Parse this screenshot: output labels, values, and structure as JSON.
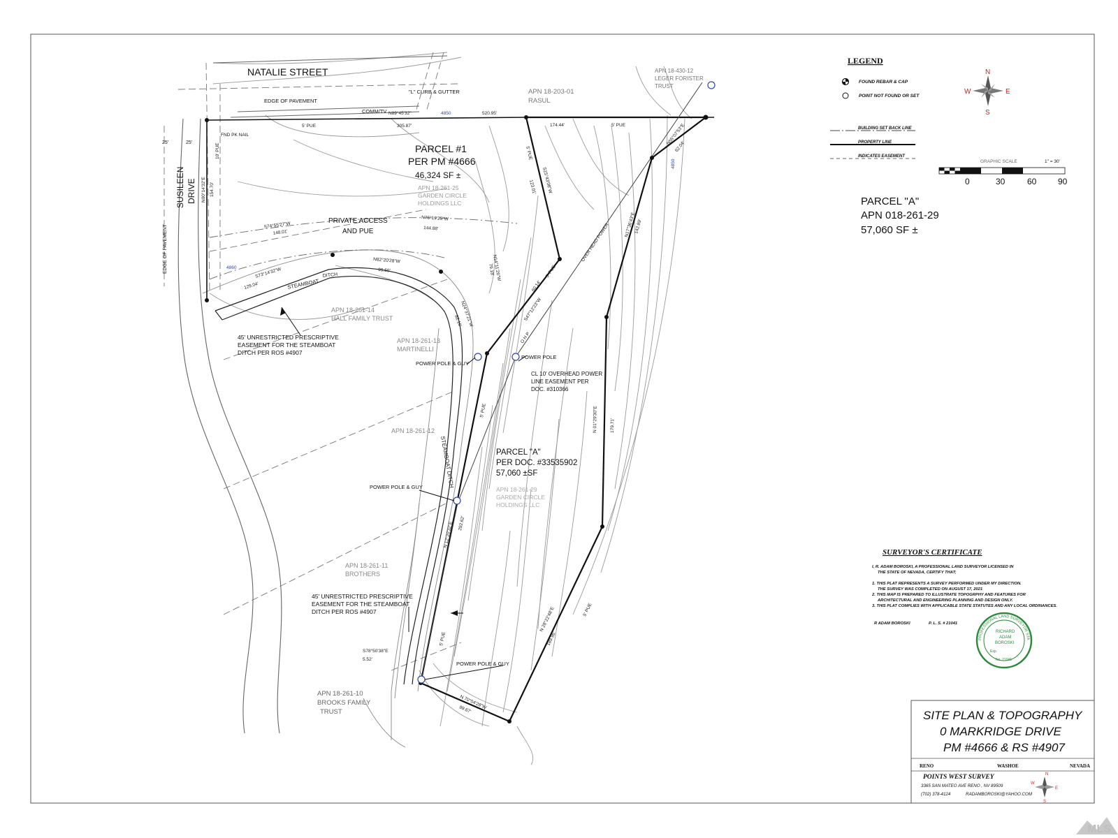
{
  "streets": {
    "natalie": "NATALIE STREET",
    "susileen_1": "SUSILEEN",
    "susileen_2": "DRIVE",
    "edge_pavement_top": "EDGE OF PAVEMENT",
    "edge_pavement_left": "EDGE OF PAVEMENT",
    "curb_gutter": "\"L\" CURB & GUTTER",
    "comm_tv": "COMM/TV",
    "fnd_pk_nail": "FND PK NAIL",
    "width_25_left": "25'",
    "width_25_right": "25'"
  },
  "dims": {
    "n89": "N89°45'32\"",
    "d4850": "4850",
    "d52095": "520.95'",
    "d30587": "305.87'",
    "pue5_top": "5' PUE",
    "d17444": "174.44'",
    "pue5_top2": "5' PUE",
    "n00_left": "N00°14'32\"E",
    "d15470": "154.70'",
    "pue10": "10' PUE",
    "s74": "S74°55'27\"W",
    "d14801": "148.01'",
    "n76": "N76°19'25\"W",
    "d14488": "144.88'",
    "s73": "S73°14'32\"W",
    "d12904": "129.04'",
    "n82": "N82°20'28\"W",
    "d9960": "99.60'",
    "d4860": "4860",
    "n14": "N14°11'26\"W",
    "d7918": "79.18'",
    "s15": "S15°43'08\"W",
    "d12301": "123.01'",
    "pue5_mid": "5' PUE",
    "s47": "S47°12'23\"W",
    "d6014": "60.14'",
    "pue5_mid2": "5' PUE",
    "n24": "N24°37'21\"W",
    "d8216": "82.16'",
    "n55": "N55°07'53\"E",
    "d6204": "62.04'",
    "d4850r": "4850",
    "n17": "N17°36'43\"E",
    "d14289": "142.89'",
    "n01": "N 01°29'30\"E",
    "d17971": "179.71'",
    "pue5_parcel": "5' PUE",
    "n12": "N 12°20'32\"E",
    "d29262": "292.62'",
    "pue5_low": "5' PUE",
    "n28": "N 28°22'48\"E",
    "d18996": "189.96'",
    "pue5_right": "5' PUE",
    "n70": "N 70°04'28\"W",
    "d8967": "89.67'",
    "s78": "S78°50'38\"E",
    "d552": "5.52'",
    "ohp": "O H P",
    "ohp2": "OVER HEAD POWER",
    "ditch": "STEAMBOAT DITCH",
    "steamboat": "STEAMBOAT",
    "ditch_word": "DITCH"
  },
  "labels": {
    "apn_rasul_1": "APN 18-203-01",
    "apn_rasul_2": "RASUL",
    "apn_leger_1": "APN 18-430-12",
    "apn_leger_2": "LEGER FORISTER",
    "apn_leger_3": "TRUST",
    "parcel1_1": "PARCEL #1",
    "parcel1_2": "PER PM  #4666",
    "parcel1_3": "46,324 SF  ±",
    "garden1_1": "APN 18-261-25",
    "garden1_2": "GARDEN CIRCLE",
    "garden1_3": "HOLDINGS LLC",
    "private_1": "PRIVATE ACCESS",
    "private_2": "AND PUE",
    "hall_1": "APN 18-261-14",
    "hall_2": "HALL FAMILY TRUST",
    "mart_1": "APN 18-261-13",
    "mart_2": "MARTINELLI",
    "ease1_1": "45' UNRESTRICTED PRESCRIPTIVE",
    "ease1_2": "EASEMENT FOR THE STEAMBOAT",
    "ease1_3": "DITCH PER ROS #4907",
    "pp_guy_1": "POWER POLE & GUY",
    "pp_1": "POWER POLE",
    "cl_1": "CL 10' OVERHEAD POWER",
    "cl_2": "LINE EASEMENT PER",
    "cl_3": "DOC. #310366",
    "apn12": "APN 18-261-12",
    "parcelA_1": "PARCEL \"A\"",
    "parcelA_2": "PER DOC. #33535902",
    "parcelA_3": "57,060 ±SF",
    "garden2_1": "APN 18-261-29",
    "garden2_2": "GARDEN CIRCLE",
    "garden2_3": "HOLDINGS LLC",
    "pp_guy_2": "POWER POLE & GUY",
    "brothers_1": "APN 18-261-11",
    "brothers_2": "BROTHERS",
    "ease2_1": "45' UNRESTRICTED PRESCRIPTIVE",
    "ease2_2": "EASEMENT FOR THE STEAMBOAT",
    "ease2_3": "DITCH PER ROS #4907",
    "pp_guy_3": "POWER POLE & GUY",
    "brooks_1": "APN 18-261-10",
    "brooks_2": "BROOKS FAMILY",
    "brooks_3": "TRUST"
  },
  "legend": {
    "title": "LEGEND",
    "found": "FOUND REBAR & CAP",
    "notfound": "POINT NOT FOUND OR SET",
    "setback": "BUILDING SET BACK LINE",
    "property": "PROPERTY LINE",
    "easement": "INDICATES EASEMENT",
    "graphic": "GRAPHIC SCALE",
    "scale": "1\" = 30'",
    "s0": "0",
    "s30": "30",
    "s60": "60",
    "s90": "90",
    "n": "N",
    "s": "S",
    "e": "E",
    "w": "W"
  },
  "parcel_info": {
    "line1": "PARCEL \"A\"",
    "line2": "APN 018-261-29",
    "line3": "57,060 SF ±"
  },
  "certificate": {
    "title": "SURVEYOR'S CERTIFICATE",
    "l1": "I, R. ADAM BOROSKI, A PROFESSIONAL LAND SURVEYOR LICENSED IN",
    "l2": "THE STATE OF NEVADA, CERTIFY THAT;",
    "l3": "1.  THIS PLAT REPRESENTS A SURVEY PERFORMED UNDER MY DIRECTION.",
    "l4": "THE SURVEY WAS COMPLETED ON AUGUST 17, 2021",
    "l5": "2. THIS MAP IS PREPARED TO ILLUSTRATE TOPOGRPHY AND FEATURES FOR",
    "l6": "ARCHITECTURAL AND ENGINEERING PLANNING AND DESIGN ONLY.",
    "l7": "3.  THIS PLAT COMPLIES WITH APPLICABLE STATE STATUTES AND ANY LOCAL ORDINANCES.",
    "name": "R ADAM BOROSKI",
    "pls": "P. L. S. # 21041",
    "seal_top": "PROFESSIONAL LAND SURVEYOR STATE OF NEVADA",
    "seal_1": "RICHARD",
    "seal_2": "ADAM",
    "seal_3": "BOROSKI",
    "seal_exp": "Exp.",
    "seal_no": "No. 21041"
  },
  "title_block": {
    "t1": "SITE PLAN & TOPOGRAPHY",
    "t2": "0 MARKRIDGE DRIVE",
    "t3": "PM #4666  & RS #4907",
    "city": "RENO",
    "county": "WASHOE",
    "state": "NEVADA",
    "firm": "POINTS WEST SURVEY",
    "addr": "3365 SAN MATEO AVE RENO , NV 89509",
    "phone": "(702)  378-4124",
    "email": "RADAMBOROSKI@YAHOO.COM",
    "n": "N",
    "s": "S",
    "e": "E",
    "w": "W"
  },
  "watermark": "MLS"
}
